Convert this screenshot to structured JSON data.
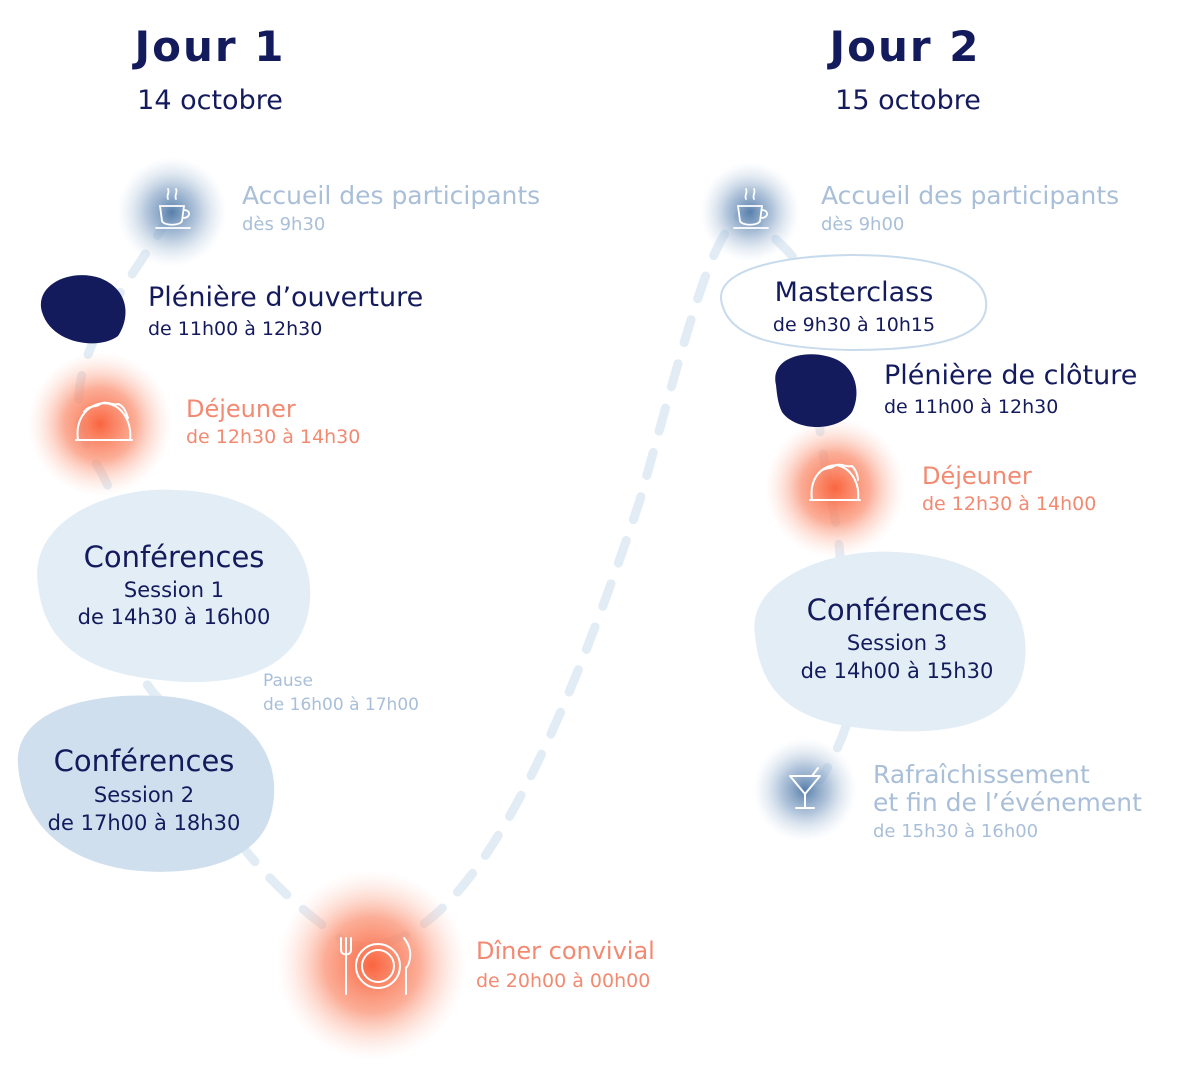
{
  "colors": {
    "navy": "#141b5c",
    "light_blue": "#a9bfd8",
    "blob_blue": "#e3edf6",
    "blob_blue_mid": "#cfdfee",
    "orange": "#f28a72",
    "orange_glow": "#f9653f",
    "path": "#e2ecf5"
  },
  "days": [
    {
      "title": "Jour 1",
      "date": "14 octobre",
      "events": [
        {
          "icon": "coffee-cup-icon",
          "title": "Accueil des participants",
          "time": "dès 9h30"
        },
        {
          "icon": "navy-blob",
          "title": "Plénière d’ouverture",
          "time": "de 11h00 à 12h30"
        },
        {
          "icon": "taco-icon",
          "title": "Déjeuner",
          "time": "de 12h30 à 14h30"
        },
        {
          "title": "Conférences",
          "session": "Session 1",
          "time": "de 14h30 à 16h00"
        },
        {
          "title": "Pause",
          "time": "de 16h00 à 17h00"
        },
        {
          "title": "Conférences",
          "session": "Session 2",
          "time": "de 17h00 à 18h30"
        },
        {
          "icon": "plate-cutlery-icon",
          "title": "Dîner convivial",
          "time": "de 20h00 à 00h00"
        }
      ]
    },
    {
      "title": "Jour 2",
      "date": "15 octobre",
      "events": [
        {
          "icon": "coffee-cup-icon",
          "title": "Accueil des participants",
          "time": "dès 9h00"
        },
        {
          "title": "Masterclass",
          "time": "de 9h30 à 10h15"
        },
        {
          "icon": "navy-blob",
          "title": "Plénière de clôture",
          "time": "de 11h00 à 12h30"
        },
        {
          "icon": "taco-icon",
          "title": "Déjeuner",
          "time": "de 12h30 à 14h00"
        },
        {
          "title": "Conférences",
          "session": "Session 3",
          "time": "de 14h00 à 15h30"
        },
        {
          "icon": "cocktail-icon",
          "title_line1": "Rafraîchissement",
          "title_line2": "et fin de l’événement",
          "time": "de 15h30 à 16h00"
        }
      ]
    }
  ]
}
